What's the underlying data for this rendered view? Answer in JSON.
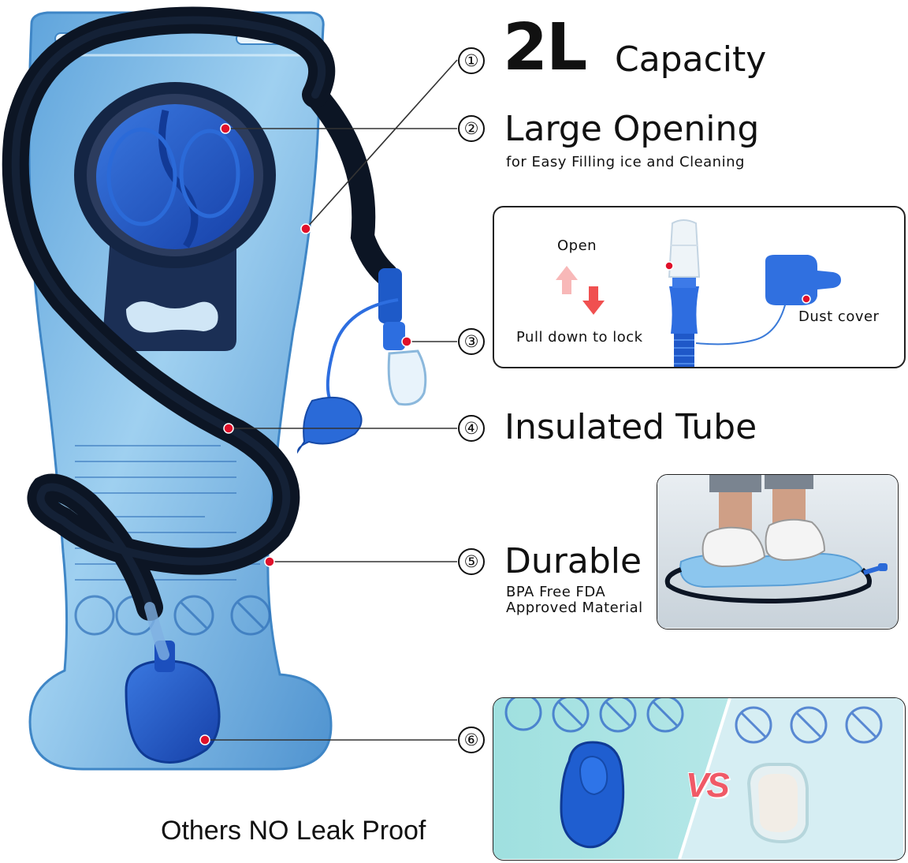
{
  "features": [
    {
      "number": "①",
      "title": "2L",
      "title_suffix": "Capacity"
    },
    {
      "number": "②",
      "title": "Large Opening",
      "subtitle": "for Easy Filling ice and Cleaning"
    },
    {
      "number": "③",
      "panel": {
        "open_label": "Open",
        "lock_label": "Pull down to lock",
        "dust_label": "Dust cover"
      }
    },
    {
      "number": "④",
      "title": "Insulated Tube"
    },
    {
      "number": "⑤",
      "title": "Durable",
      "subtitle_line1": "BPA Free FDA",
      "subtitle_line2": "Approved Material"
    },
    {
      "number": "⑥",
      "panel": {
        "vs_label": "VS"
      }
    }
  ],
  "caption": "Others NO Leak Proof",
  "colors": {
    "bladder": "#7fb7e2",
    "bladder_light": "#bfe0f5",
    "cap_blue": "#1f56c8",
    "tube": "#0c1524",
    "marker": "#e0102a",
    "arrow_red": "#f06060"
  }
}
